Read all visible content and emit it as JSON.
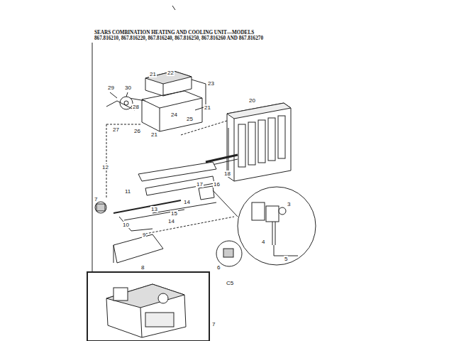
{
  "diagram": {
    "title": "SEARS COMBINATION HEATING AND COOLING UNIT—MODELS 867.816210, 867.816220, 867.816240, 867.816250, 867.816260 AND 867.816270",
    "labels": [
      "21",
      "22",
      "23",
      "29",
      "30",
      "28",
      "24",
      "21",
      "25",
      "27",
      "26",
      "21",
      "20",
      "12",
      "18",
      "17",
      "11",
      "13",
      "15",
      "14",
      "16",
      "3",
      "7",
      "10",
      "9",
      "14",
      "4",
      "5",
      "6",
      "8",
      "7",
      "C5"
    ]
  }
}
